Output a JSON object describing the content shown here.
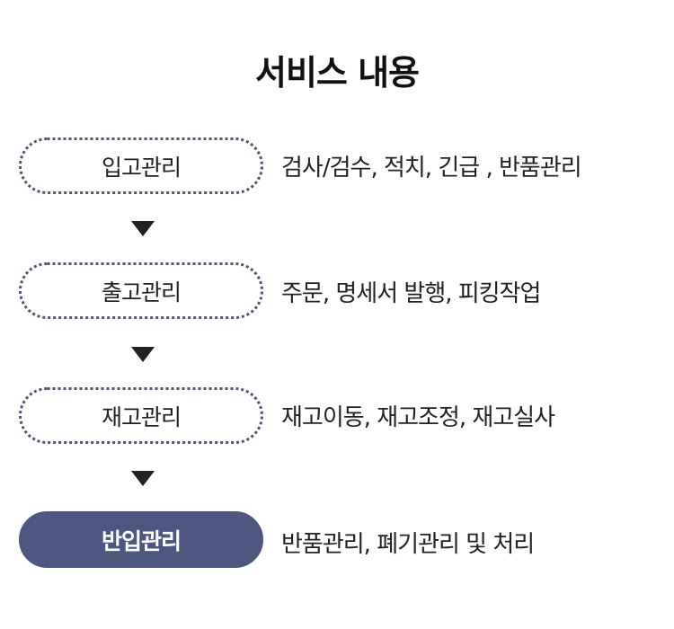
{
  "title": "서비스 내용",
  "steps": [
    {
      "label": "입고관리",
      "description": "검사/검수, 적치, 긴급 , 반품관리",
      "style": "dotted"
    },
    {
      "label": "출고관리",
      "description": "주문, 명세서 발행, 피킹작업",
      "style": "dotted"
    },
    {
      "label": "재고관리",
      "description": "재고이동, 재고조정, 재고실사",
      "style": "dotted"
    },
    {
      "label": "반입관리",
      "description": "반품관리, 폐기관리 및 처리",
      "style": "filled"
    }
  ],
  "colors": {
    "accent": "#4d5780",
    "text": "#222222",
    "arrow": "#222222"
  },
  "icons": {
    "arrow": "triangle-down-icon"
  }
}
